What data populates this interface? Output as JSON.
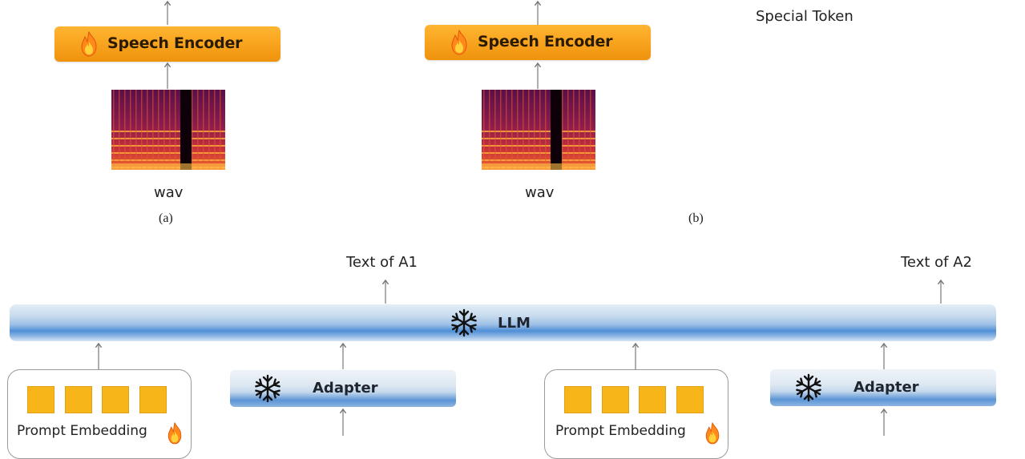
{
  "panel_a": {
    "encoder_label": "Speech Encoder",
    "input_label": "wav",
    "caption": "(a)"
  },
  "panel_b": {
    "encoder_label": "Speech Encoder",
    "input_label": "wav",
    "caption": "(b)"
  },
  "legend": {
    "special_token_label": "Special Token"
  },
  "panel_c": {
    "llm_label": "LLM",
    "outputs": [
      "Text of A1",
      "Text of A2"
    ],
    "adapter_label": "Adapter",
    "prompt_label": "Prompt Embedding"
  },
  "icons": {
    "trainable": "flame-icon",
    "frozen": "snowflake-icon"
  },
  "colors": {
    "encoder": "#f7a21c",
    "prompt_square": "#f7b519",
    "llm": "#4f8fd6"
  }
}
